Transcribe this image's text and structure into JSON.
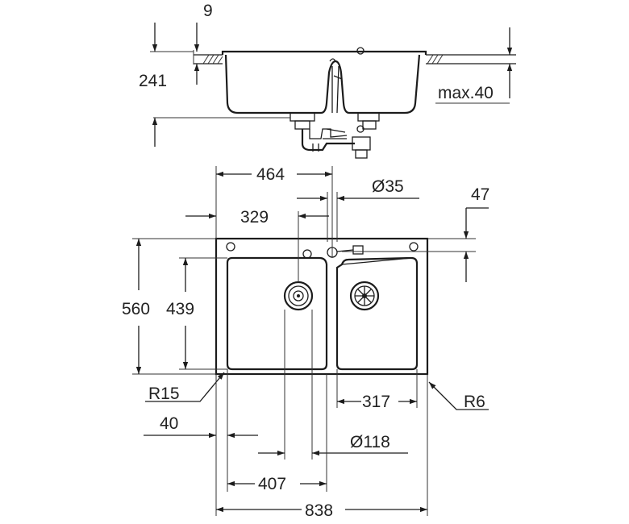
{
  "labels": {
    "d9": "9",
    "d241": "241",
    "dmax40": "max.40",
    "d464": "464",
    "d35": "Ø35",
    "d47": "47",
    "d329": "329",
    "d560": "560",
    "d439": "439",
    "dR15": "R15",
    "d317": "317",
    "dR6": "R6",
    "d40": "40",
    "d118": "Ø118",
    "d407": "407",
    "d838": "838"
  }
}
